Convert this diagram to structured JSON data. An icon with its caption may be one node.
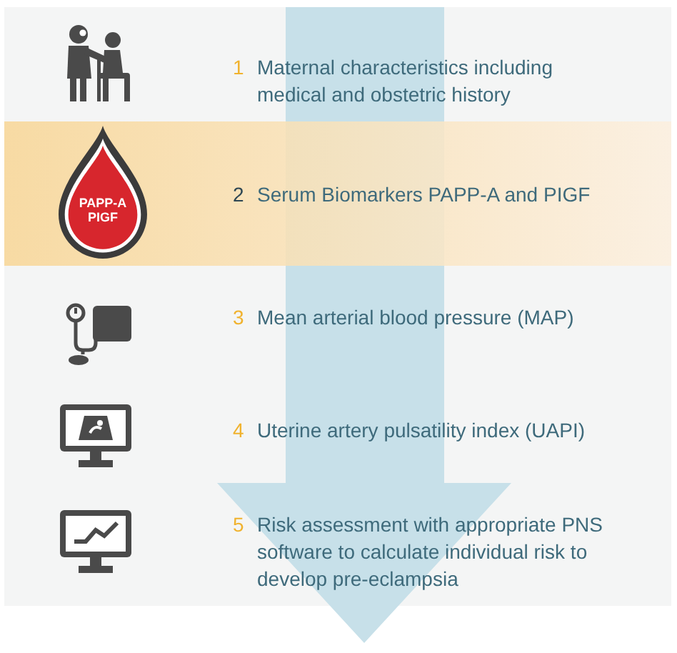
{
  "diagram": {
    "nodes": [
      {
        "text": [
          "2",
          "Serum Biomarkers PAPP-A and PIGF"
        ]
      },
      {
        "text": [
          "PAPP-A PIGF"
        ],
        "in": 0
      }
    ],
    "labels": [
      "1",
      "Maternal characteristics including medical and obstetric history",
      "3",
      "Mean arterial blood pressure (MAP)",
      "4",
      "Uterine artery pulsatility index (UAPI)",
      "5",
      "Risk assessment with appropriate PNS software to calculate individual risk to develop pre-eclampsia"
    ]
  }
}
